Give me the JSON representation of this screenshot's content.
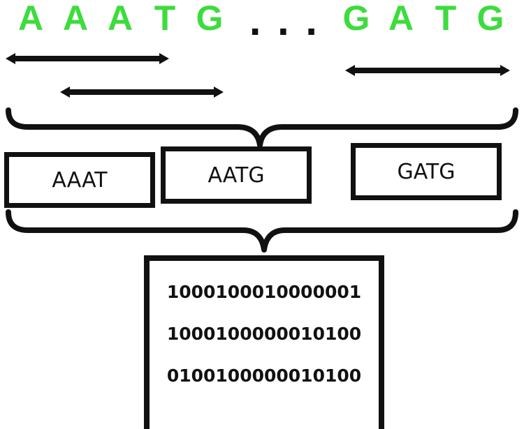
{
  "sequence": {
    "left": [
      "A",
      "A",
      "A",
      "T",
      "G"
    ],
    "ellipsis": "...",
    "right": [
      "G",
      "A",
      "T",
      "G"
    ],
    "color": "#3ddc3d"
  },
  "kmers": [
    "AAAT",
    "AATG",
    "GATG"
  ],
  "encodings": [
    "1000100010000001",
    "1000100000010100",
    "0100100000010100"
  ],
  "colors": {
    "ink": "#111111",
    "background": "#ffffff"
  }
}
